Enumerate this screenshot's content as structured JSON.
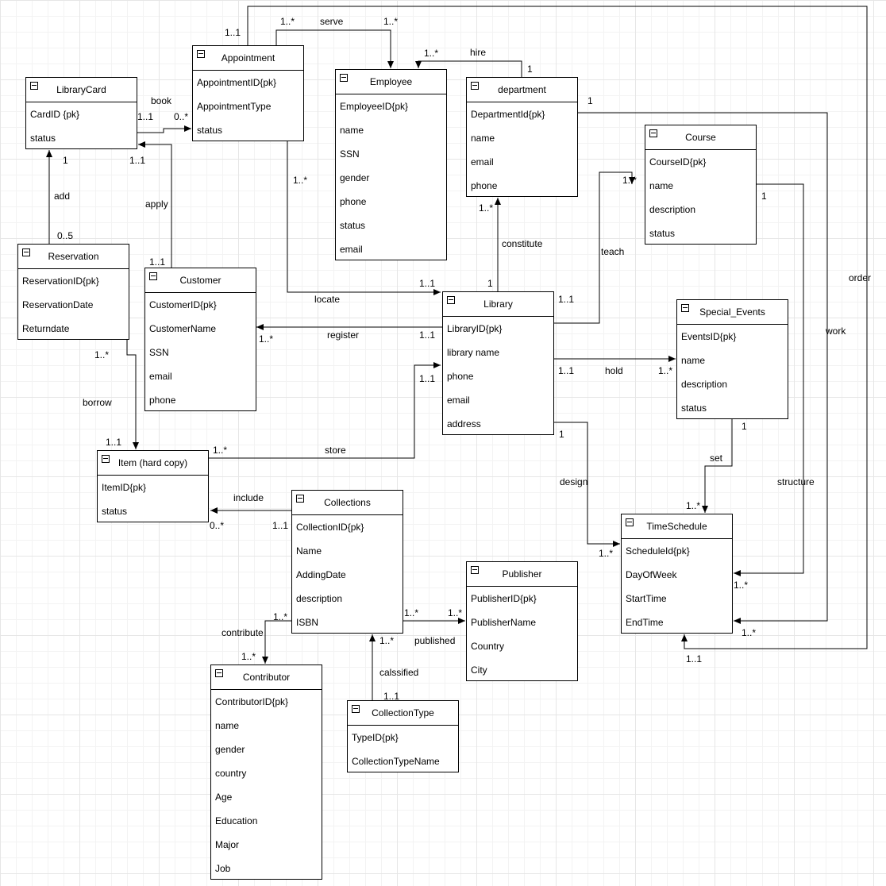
{
  "entities": {
    "appointment": {
      "title": "Appointment",
      "attrs": [
        "AppointmentID{pk}",
        "AppointmentType",
        "status"
      ]
    },
    "librarycard": {
      "title": "LibraryCard",
      "attrs": [
        "CardID {pk}",
        "status"
      ]
    },
    "employee": {
      "title": "Employee",
      "attrs": [
        "EmployeeID{pk}",
        "name",
        "SSN",
        "gender",
        "phone",
        "status",
        "email"
      ]
    },
    "department": {
      "title": "department",
      "attrs": [
        "DepartmentId{pk}",
        "name",
        "email",
        "phone"
      ]
    },
    "course": {
      "title": "Course",
      "attrs": [
        "CourseID{pk}",
        "name",
        "description",
        "status"
      ]
    },
    "reservation": {
      "title": "Reservation",
      "attrs": [
        "ReservationID{pk}",
        "ReservationDate",
        "Returndate"
      ]
    },
    "customer": {
      "title": "Customer",
      "attrs": [
        "CustomerID{pk}",
        "CustomerName",
        "SSN",
        "email",
        "phone"
      ]
    },
    "library": {
      "title": "Library",
      "attrs": [
        "LibraryID{pk}",
        "library name",
        "phone",
        "email",
        "address"
      ]
    },
    "special_events": {
      "title": "Special_Events",
      "attrs": [
        "EventsID{pk}",
        "name",
        "description",
        "status"
      ]
    },
    "item": {
      "title": "Item (hard copy)",
      "attrs": [
        "ItemID{pk}",
        "status"
      ]
    },
    "collections": {
      "title": "Collections",
      "attrs": [
        "CollectionID{pk}",
        "Name",
        "AddingDate",
        "description",
        "ISBN"
      ]
    },
    "publisher": {
      "title": "Publisher",
      "attrs": [
        "PublisherID{pk}",
        "PublisherName",
        "Country",
        "City"
      ]
    },
    "timeschedule": {
      "title": "TimeSchedule",
      "attrs": [
        "ScheduleId{pk}",
        "DayOfWeek",
        "StartTime",
        "EndTime"
      ]
    },
    "contributor": {
      "title": "Contributor",
      "attrs": [
        "ContributorID{pk}",
        "name",
        "gender",
        "country",
        "Age",
        "Education",
        "Major",
        "Job"
      ]
    },
    "collectiontype": {
      "title": "CollectionType",
      "attrs": [
        "TypeID{pk}",
        "CollectionTypeName"
      ]
    }
  },
  "relationships": {
    "serve": "serve",
    "hire": "hire",
    "book": "book",
    "add": "add",
    "apply": "apply",
    "locate": "locate",
    "constitute": "constitute",
    "teach": "teach",
    "register": "register",
    "hold": "hold",
    "borrow": "borrow",
    "store": "store",
    "include": "include",
    "design": "design",
    "set": "set",
    "structure": "structure",
    "work": "work",
    "order": "order",
    "contribute": "contribute",
    "published": "published",
    "calssified": "calssified"
  },
  "multiplicities": {
    "serve_appt": "1..*",
    "serve_emp": "1..*",
    "appt_order": "1..1",
    "hire_emp": "1..*",
    "hire_dept": "1",
    "dept_work": "1",
    "book_card": "1..1",
    "book_appt": "0..*",
    "card_apply": "1..1",
    "card_add": "1",
    "res_add": "0..5",
    "cust_apply": "1..1",
    "appt_locate": "1..*",
    "lib_locate": "1..1",
    "dept_constitute": "1..*",
    "lib_constitute": "1",
    "course_teach": "1..*",
    "lib_teach": "1..1",
    "course_structure": "1",
    "cust_register": "1..*",
    "lib_register": "1..1",
    "lib_hold": "1..1",
    "events_hold": "1..*",
    "res_borrow": "1..*",
    "item_borrow": "1..1",
    "item_store": "1..*",
    "lib_store": "1..1",
    "lib_design": "1",
    "events_set": "1",
    "ts_set": "1..*",
    "ts_design": "1..*",
    "ts_structure": "1..*",
    "ts_work": "1..*",
    "ts_order": "1..1",
    "item_include": "0..*",
    "coll_include": "1..1",
    "coll_contribute": "1..*",
    "contrib_contribute": "1..*",
    "coll_published": "1..*",
    "pub_published": "1..*",
    "coll_classified": "1..*",
    "type_classified": "1..1"
  }
}
